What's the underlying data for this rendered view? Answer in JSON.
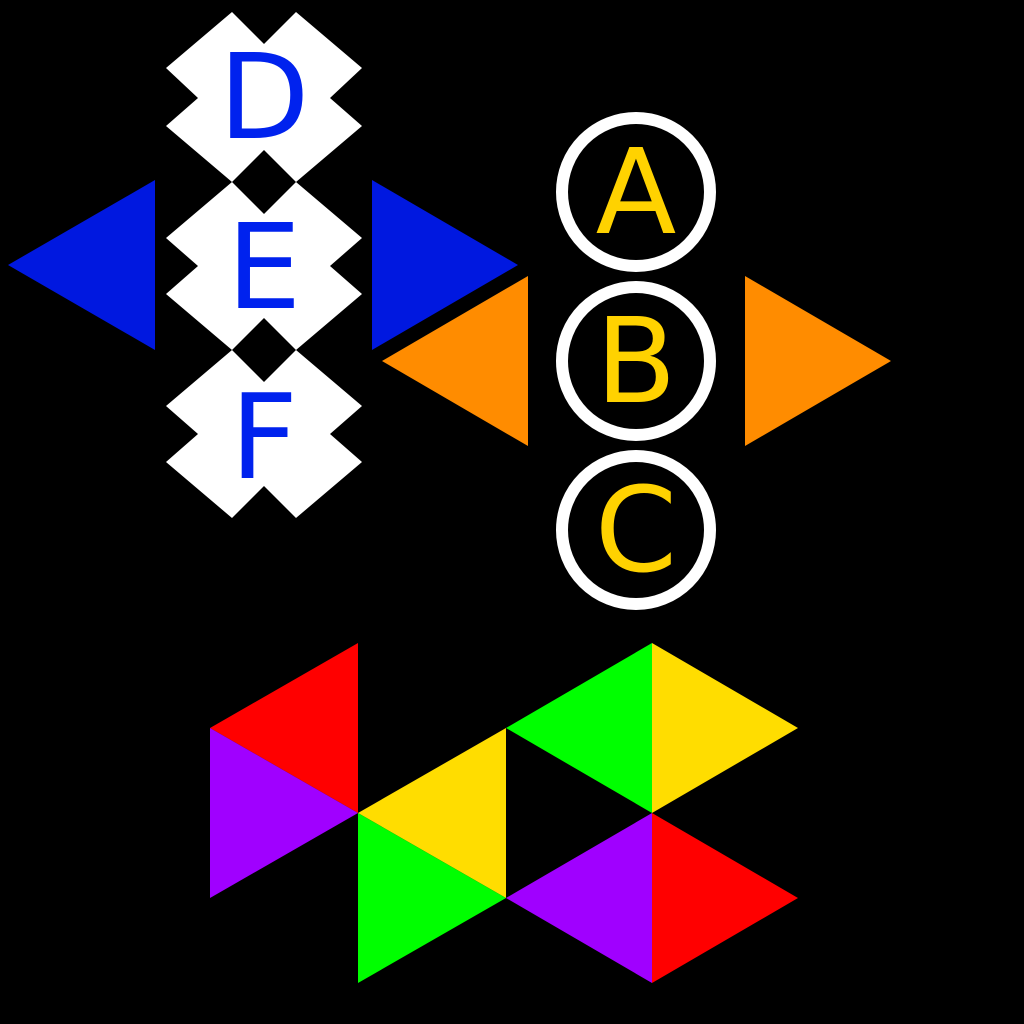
{
  "theme": {
    "background": "#000000",
    "tile_fill": "#ffffff",
    "ring_stroke": "#ffffff",
    "ring_fill": "#000000"
  },
  "left_pad": {
    "letters": [
      "D",
      "E",
      "F"
    ],
    "letter_color": "#0022ee",
    "arrow_color": "#0018e0",
    "arrows": [
      "left-arrow",
      "right-arrow"
    ]
  },
  "right_pad": {
    "letters": [
      "A",
      "B",
      "C"
    ],
    "letter_color": "#ffd200",
    "arrow_color": "#ff8c00",
    "arrows": [
      "left-arrow",
      "right-arrow"
    ]
  },
  "triangle_grid": {
    "colors": {
      "red": "#ff0000",
      "purple": "#a000ff",
      "yellow": "#ffdd00",
      "green": "#00ff00"
    },
    "triangles": [
      {
        "id": "t1",
        "color": "red"
      },
      {
        "id": "t2",
        "color": "purple"
      },
      {
        "id": "t3",
        "color": "yellow"
      },
      {
        "id": "t4",
        "color": "green"
      },
      {
        "id": "t5",
        "color": "green"
      },
      {
        "id": "t6",
        "color": "yellow"
      },
      {
        "id": "t7",
        "color": "purple"
      },
      {
        "id": "t8",
        "color": "red"
      }
    ]
  }
}
